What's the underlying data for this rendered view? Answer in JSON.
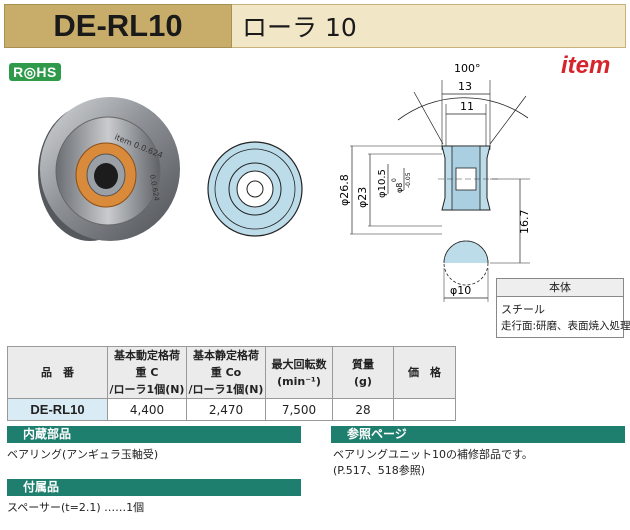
{
  "header": {
    "code": "DE-RL10",
    "name": "ローラ 10"
  },
  "badge": {
    "label": "R◎HS"
  },
  "brand": {
    "logo": "item"
  },
  "photo": {
    "engraving": "item 0.0.624",
    "engraving2": "0.0.624"
  },
  "drawing": {
    "angle": "100°",
    "width_outer": "13",
    "width_inner": "11",
    "dia_outer": "φ26.8",
    "dia_groove": "φ23",
    "dia_hub": "φ10.5",
    "dia_bore": "φ8",
    "tol_upper": "0",
    "tol_lower": "-0.05",
    "center_height": "16.7",
    "shaft_dia": "φ10"
  },
  "spec": {
    "header": "本体",
    "material": "スチール",
    "treatment": "走行面:研磨、表面焼入処理"
  },
  "table": {
    "headers": {
      "code": "品　番",
      "dyn1": "基本動定格荷重 C",
      "dyn2": "/ローラ1個(N)",
      "stat1": "基本静定格荷重 Co",
      "stat2": "/ローラ1個(N)",
      "speed1": "最大回転数",
      "speed2": "(min⁻¹)",
      "mass1": "質量",
      "mass2": "(g)",
      "price": "価　格"
    },
    "row": {
      "code": "DE-RL10",
      "dyn": "4,400",
      "stat": "2,470",
      "speed": "7,500",
      "mass": "28",
      "price": ""
    }
  },
  "sections": {
    "builtin_title": "内蔵部品",
    "builtin_text": "ベアリング(アンギュラ玉軸受)",
    "ref_title": "参照ページ",
    "ref_text1": "ベアリングユニット10の補修部品です。",
    "ref_text2": "(P.517、518参照)",
    "acc_title": "付属品",
    "acc_text": "スペーサー(t=2.1) ……1個"
  }
}
